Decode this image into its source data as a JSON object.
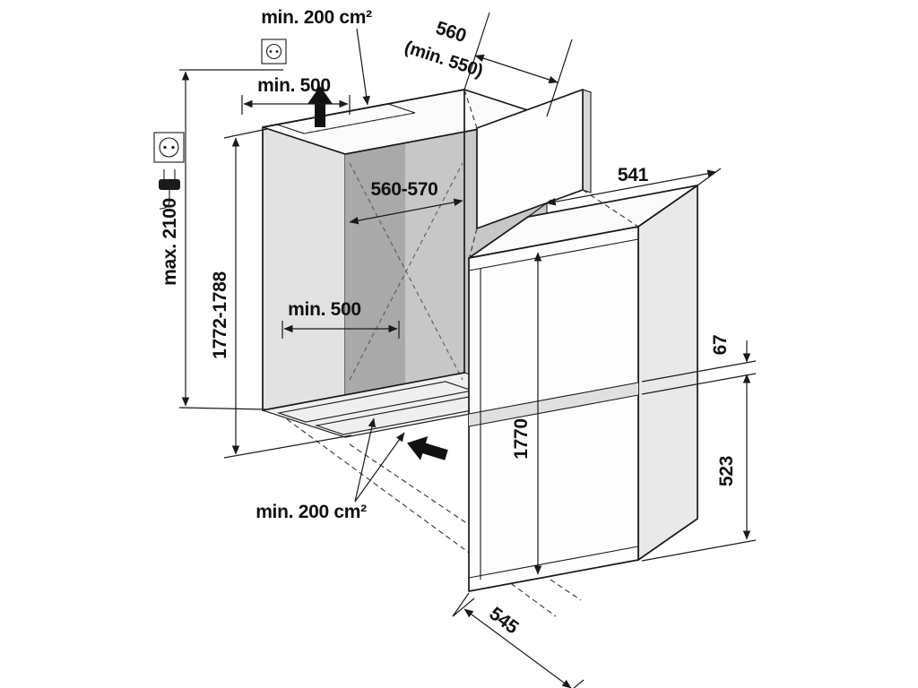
{
  "diagram": {
    "title": "Built-in fridge-freezer niche installation drawing",
    "labels": {
      "top_vent": "min. 200 cm²",
      "depth_value": "560",
      "depth_min": "(min. 550)",
      "top_clearance": "min. 500",
      "niche_width": "560-570",
      "inner_clearance": "min. 500",
      "max_height": "max. 2100",
      "niche_height": "1772-1788",
      "appliance_width": "541",
      "appliance_height": "1770",
      "door_gap": "67",
      "lower_door_height": "523",
      "bottom_vent": "min. 200 cm²",
      "appliance_depth": "545"
    },
    "icons": {
      "socket_top": "socket-outlet-icon",
      "socket_left": "socket-outlet-icon",
      "plug": "power-plug-icon",
      "airflow_up": "airflow-up-arrow",
      "airflow_in": "airflow-in-arrow"
    },
    "colors": {
      "line": "#1a1a1a",
      "interior": "#c7c7c7",
      "interior_dark": "#a9a9a9",
      "floor": "#efefef"
    }
  }
}
